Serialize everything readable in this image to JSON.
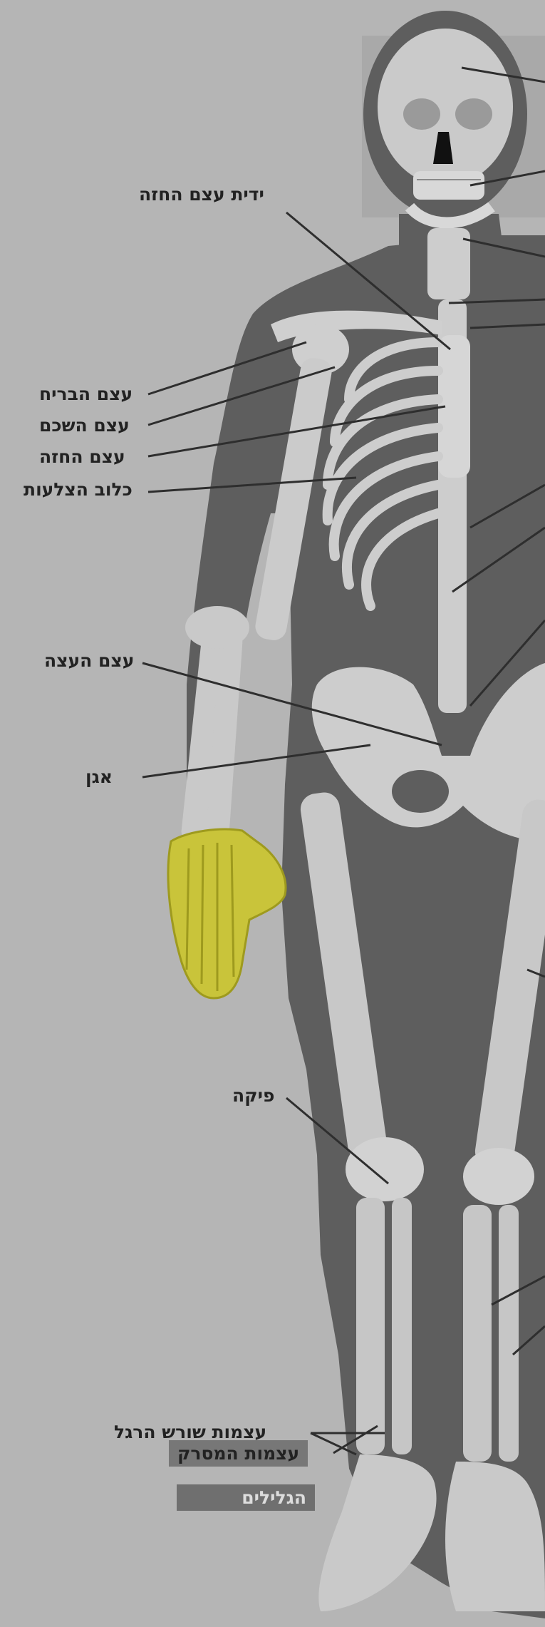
{
  "labels": {
    "manubrium": "ידית עצם החזה",
    "clavicle": "עצם הבריח",
    "scapula": "עצם השכם",
    "sternum": "עצם החזה",
    "ribcage": "כלוב הצלעות",
    "sacrum": "עצם העצה",
    "pelvis": "אגן",
    "patella": "פיקה",
    "tarsals": "עצמות שורש הרגל",
    "metatarsals": "עצמות המסרק",
    "phalanges": "הגלילים"
  },
  "colors": {
    "background": "#b5b5b5",
    "body_silhouette": "#5d5d5d",
    "bone": "#c9c9c9",
    "highlight_hand": "#c9c43a",
    "leader_line": "#2e2e2e"
  }
}
